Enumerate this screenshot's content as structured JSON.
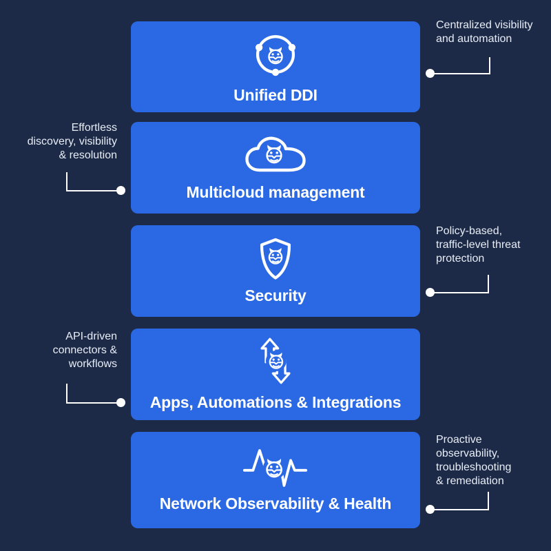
{
  "colors": {
    "background": "#1C2A48",
    "card": "#2B68E4",
    "label_text": "#FFFFFF",
    "annotation_text": "#E8EDF6",
    "connector": "#FFFFFF"
  },
  "cards": [
    {
      "label": "Unified DDI",
      "icon": "ddi-orbit-icon",
      "annotation": {
        "side": "right",
        "text": "Centralized visibility\nand automation"
      }
    },
    {
      "label": "Multicloud management",
      "icon": "cloud-icon",
      "annotation": {
        "side": "left",
        "text": "Effortless\ndiscovery, visibility\n& resolution"
      }
    },
    {
      "label": "Security",
      "icon": "shield-icon",
      "annotation": {
        "side": "right",
        "text": "Policy-based,\ntraffic-level threat\nprotection"
      }
    },
    {
      "label": "Apps, Automations & Integrations",
      "icon": "sync-arrows-icon",
      "annotation": {
        "side": "left",
        "text": "API-driven\nconnectors &\nworkflows"
      }
    },
    {
      "label": "Network Observability & Health",
      "icon": "pulse-icon",
      "annotation": {
        "side": "right",
        "text": "Proactive\nobservability,\ntroubleshooting\n& remediation"
      }
    }
  ]
}
